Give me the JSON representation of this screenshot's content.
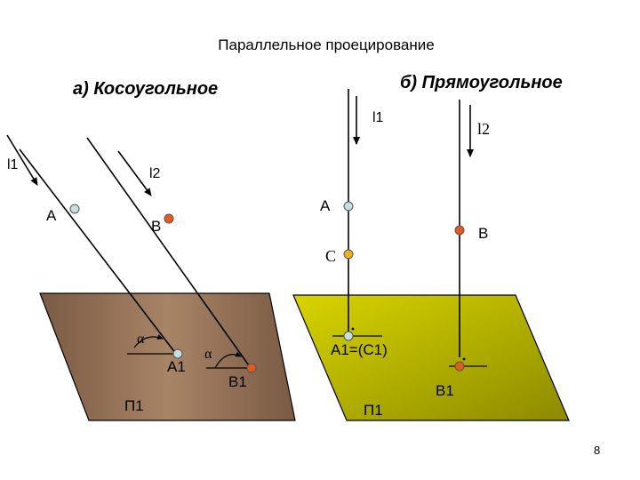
{
  "title": "Параллельное проецирование",
  "left": {
    "heading": "а) Косоугольное",
    "ray1": "l1",
    "ray2": "l2",
    "point_a": "A",
    "point_b": "B",
    "angle1": "α",
    "angle2": "α",
    "proj_a": "A1",
    "proj_b": "B1",
    "plane": "П1",
    "plane_color": "#9e7a5e"
  },
  "right": {
    "heading": "б) Прямоугольное",
    "ray1": "l1",
    "ray2": "l2",
    "point_a": "A",
    "point_b": "B",
    "point_c": "C",
    "proj_ac": "A1=(C1)",
    "proj_b": "B1",
    "plane": "П1",
    "plane_color": "#b4ae00"
  },
  "colors": {
    "point_light": "#c8dde0",
    "point_orange": "#e65a1e",
    "point_yellow": "#f0b020"
  },
  "page_number": "8"
}
